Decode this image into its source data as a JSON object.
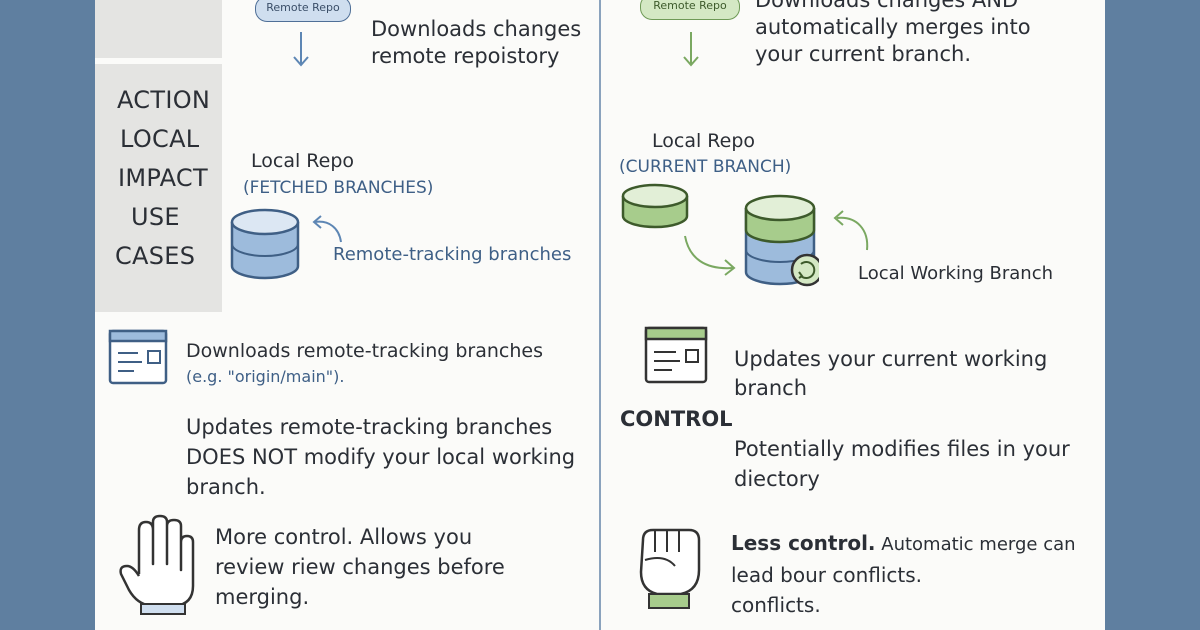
{
  "fetch": {
    "pill": "Remote Repo",
    "desc": [
      "Downloads changes",
      "remote repoistory"
    ],
    "local_title": "Local Repo",
    "local_sub": "(FETCHED BRANCHES)",
    "tracking_label": "Remote-tracking branches",
    "downloads": [
      "Downloads remote-tracking branches",
      "(e.g. \"origin/main\")."
    ],
    "impact": [
      "Updates remote-tracking branches",
      "DOES NOT modify your local working",
      "branch."
    ],
    "control": [
      "More control. Allows you",
      "review riew changes before",
      "merging."
    ]
  },
  "labels": [
    "ACTION",
    "LOCAL",
    "IMPACT",
    "USE",
    "CASES"
  ],
  "pull": {
    "pill": "Remote Repo",
    "desc": [
      "Downloads changes AND",
      "automatically merges into",
      "your current branch."
    ],
    "local_title": "Local Repo",
    "local_sub": "(CURRENT BRANCH)",
    "working_label": "Local Working Branch",
    "updates": [
      "Updates your current working",
      "branch"
    ],
    "control_heading": "CONTROL",
    "impact": [
      "Potentially modifies files in your",
      "diectory"
    ],
    "control_bold": "Less control.",
    "control_rest": " Automatic merge can",
    "control_lines": [
      "lead bour conflicts.",
      "conflicts."
    ]
  },
  "colors": {
    "blue": "#5d86b4",
    "green": "#7aa861",
    "frame": "#5f7fa0"
  }
}
